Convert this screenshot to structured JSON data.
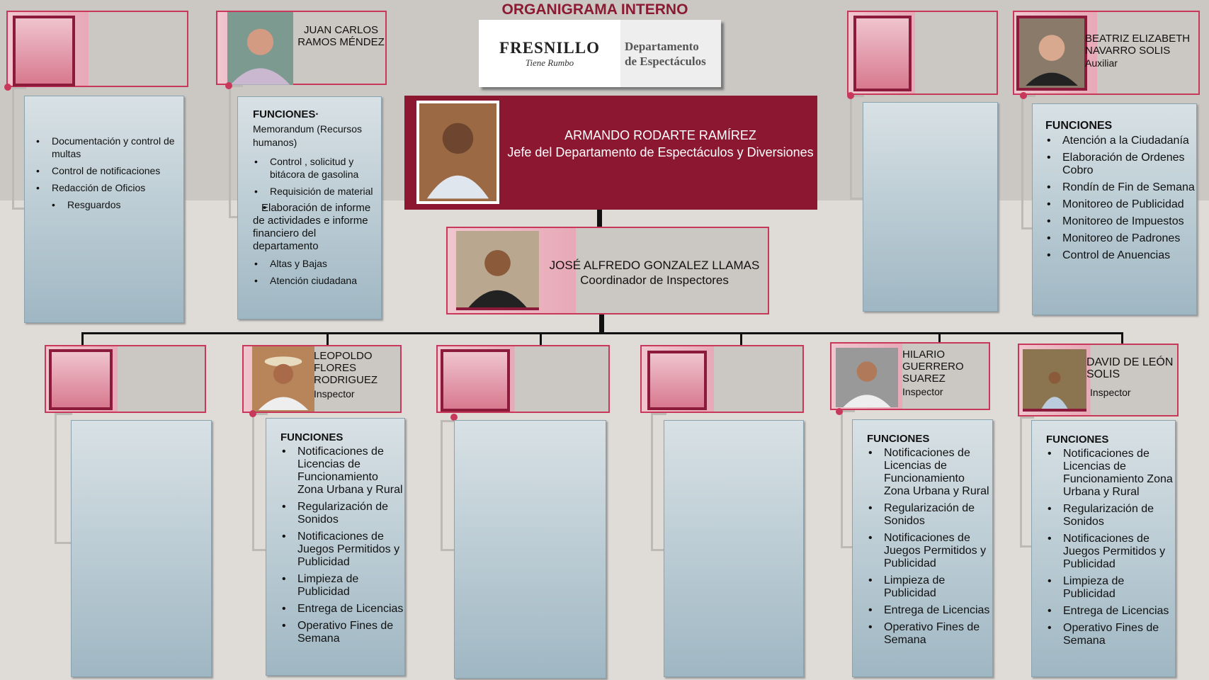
{
  "title": "ORGANIGRAMA INTERNO",
  "logo": {
    "brand": "FRESNILLO",
    "tagline": "Tiene Rumbo",
    "dept_line1": "Departamento",
    "dept_line2": "de Espectáculos"
  },
  "director": {
    "name": "ARMANDO RODARTE RAMÍREZ",
    "role": "Jefe del Departamento de Espectáculos y Diversiones"
  },
  "coordinator": {
    "name": "JOSÉ ALFREDO GONZALEZ LLAMAS",
    "role": "Coordinador de Inspectores"
  },
  "top": [
    {
      "name": "",
      "functions": [
        "Documentación y control de multas",
        "Control de notificaciones",
        "Redacción de Oficios",
        "Resguardos"
      ]
    },
    {
      "name": "JUAN CARLOS RAMOS MÉNDEZ",
      "functions_title": "FUNCIONES·",
      "intro": "Memorandum (Recursos humanos)",
      "functions": [
        "Control , solicitud y bitácora de gasolina",
        "Requisición de material",
        "Elaboración de informe de actividades e informe financiero del departamento",
        "Altas y Bajas",
        "Atención ciudadana"
      ]
    },
    {
      "name": ""
    },
    {
      "name": "BEATRIZ ELIZABETH NAVARRO SOLIS",
      "role": "Auxiliar",
      "functions_title": "FUNCIONES",
      "functions": [
        "Atención a la Ciudadanía",
        "Elaboración de Ordenes Cobro",
        "Rondín de Fin de Semana",
        "Monitoreo de Publicidad",
        "Monitoreo de Impuestos",
        "Monitoreo de Padrones",
        "Control de Anuencias"
      ]
    }
  ],
  "inspector_functions": [
    "Notificaciones de Licencias de Funcionamiento Zona Urbana y Rural",
    "Regularización de Sonidos",
    "Notificaciones de Juegos Permitidos y Publicidad",
    "Limpieza de Publicidad",
    "Entrega de Licencias",
    "Operativo Fines de Semana"
  ],
  "bottom": [
    {
      "name": ""
    },
    {
      "name": "LEOPOLDO FLORES RODRIGUEZ",
      "role": "Inspector",
      "functions_title": "FUNCIONES"
    },
    {
      "name": ""
    },
    {
      "name": ""
    },
    {
      "name": "HILARIO GUERRERO SUAREZ",
      "role": "Inspector",
      "functions_title": "FUNCIONES"
    },
    {
      "name": "DAVID DE LEÓN SOLIS",
      "role": "Inspector",
      "functions_title": "FUNCIONES"
    }
  ]
}
